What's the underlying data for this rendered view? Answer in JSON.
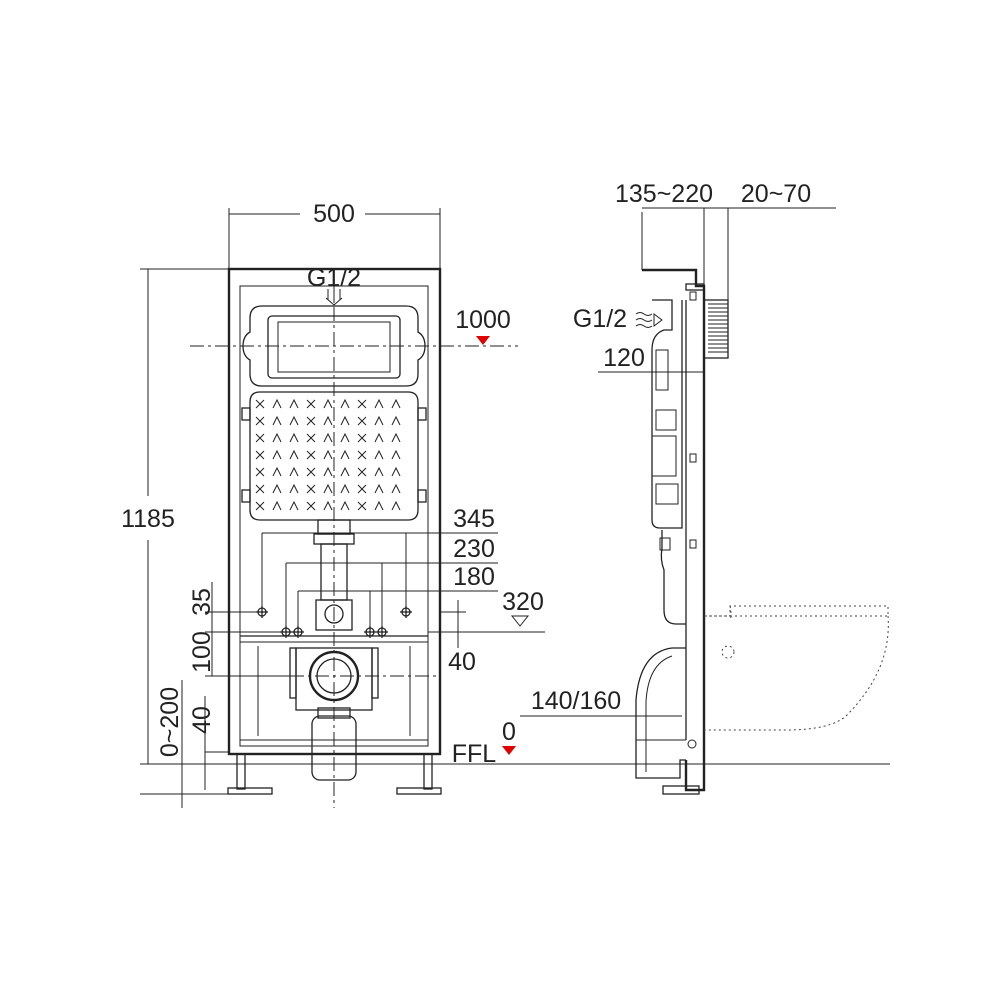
{
  "front_view": {
    "width": "500",
    "height": "1185",
    "inlet": "G1/2",
    "button_height": "1000",
    "bolt_spacing_outer": "345",
    "bolt_spacing_mid": "230",
    "bolt_spacing_inner": "180",
    "drain_height": "320",
    "dim_35": "35",
    "dim_100": "100",
    "dim_40_right": "40",
    "dim_40_left": "40",
    "floor_range": "0~200",
    "floor_label": "FFL",
    "floor_zero": "0"
  },
  "side_view": {
    "depth_range": "135~220",
    "wall_range": "20~70",
    "inlet": "G1/2",
    "inlet_height": "120",
    "outlet": "140/160"
  },
  "colors": {
    "line": "#222222",
    "marker": "#e00000"
  }
}
